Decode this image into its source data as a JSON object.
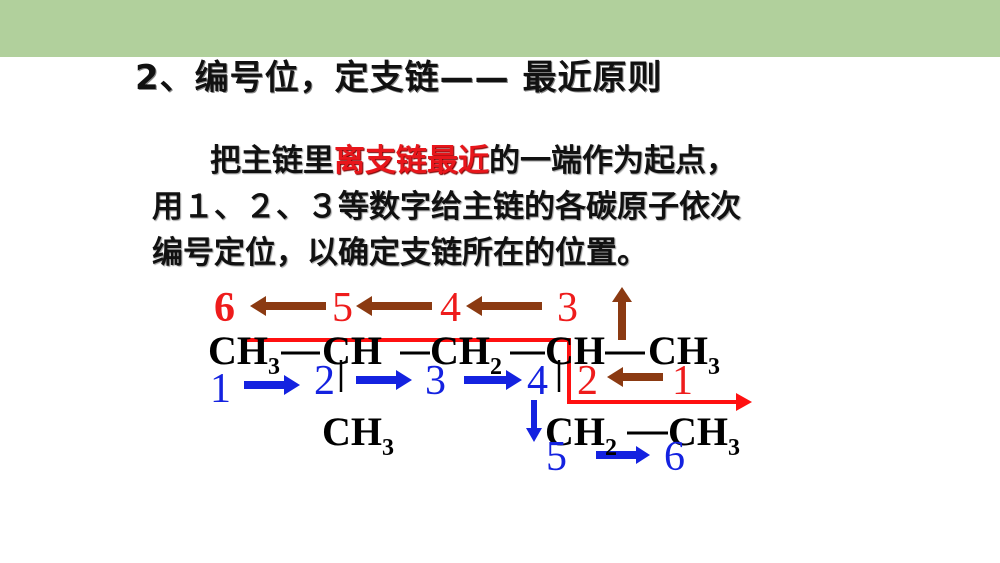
{
  "slide": {
    "title": "2、编号位，定支链—— 最近原则",
    "paragraph": {
      "line1_pre": "把主链里",
      "line1_highlight": "离支链最近",
      "line1_post": "的一端作为起点，",
      "line2": "用１、２、３等数字给主链的各碳原子依次",
      "line3": "编号定位，以确定支链所在的位置。"
    },
    "colors": {
      "header_bar": "#b1d09c",
      "highlight": "#e8161b",
      "red_numbering": "#ee1c1c",
      "blue_numbering": "#1422e0",
      "brown_arrow": "#8b3a12"
    }
  },
  "structure": {
    "main_chain": {
      "c1": "CH",
      "c1_sub": "3",
      "b1": "—",
      "c2": "CH",
      "b2": "—",
      "c3": "CH",
      "c3_sub": "2",
      "b3": "—",
      "c4": "CH",
      "b4": "—",
      "c5": "CH",
      "c5_sub": "3"
    },
    "branch_left": {
      "label": "CH",
      "sub": "3"
    },
    "branch_right": {
      "c1": "CH",
      "c1_sub": "2",
      "bond": "—",
      "c2": "CH",
      "c2_sub": "3"
    }
  },
  "numbering": {
    "red": [
      "6",
      "5",
      "4",
      "3",
      "2",
      "1"
    ],
    "blue": [
      "1",
      "2",
      "3",
      "4",
      "5",
      "6"
    ]
  }
}
